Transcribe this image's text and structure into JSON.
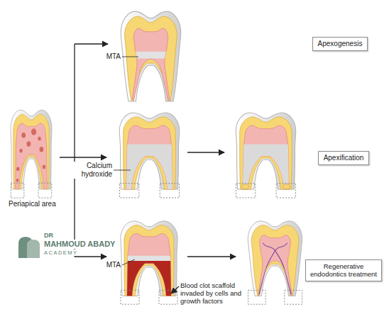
{
  "diagram": {
    "nodes": [
      {
        "text": [
          "Apexogenesis"
        ]
      },
      {
        "text": [
          "Apexification"
        ]
      },
      {
        "text": [
          "Regenerative endodontics treatment"
        ]
      }
    ],
    "labels": [
      "MTA",
      "Calcium hydroxide",
      "Periapical area",
      "MTA",
      "Blood clot scaffold invaded by cells and growth factors",
      "DR",
      "MAHMOUD ABADY",
      "ACADEMY"
    ]
  }
}
